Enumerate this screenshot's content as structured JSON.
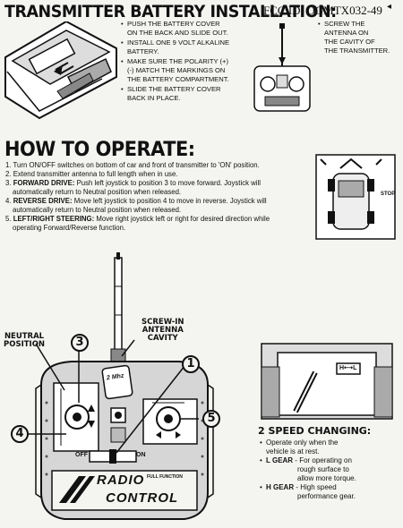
{
  "battery": {
    "title": "TRANSMITTER BATTERY INSTALLATION:",
    "fcc": "FCC ID: OGMTX032-49",
    "steps": [
      [
        "PUSH THE BATTERY COVER",
        "ON THE BACK AND SLIDE OUT."
      ],
      [
        "INSTALL ONE 9 VOLT ALKALINE",
        "BATTERY."
      ],
      [
        "MAKE SURE THE POLARITY (+)",
        "(-) MATCH THE MARKINGS ON",
        "THE BATTERY COMPARTMENT."
      ],
      [
        "SLIDE THE BATTERY COVER",
        "BACK IN PLACE."
      ]
    ],
    "screw_note": [
      "SCREW THE",
      "ANTENNA ON",
      "THE CAVITY OF",
      "THE TRANSMITTER."
    ]
  },
  "operate": {
    "title": "HOW TO OPERATE:",
    "items": [
      {
        "num": "1.",
        "bold": "",
        "lines": [
          "Turn ON/OFF switches on bottom of car and front of transmitter to 'ON' position."
        ]
      },
      {
        "num": "2.",
        "bold": "",
        "lines": [
          "Extend transmitter antenna to full length when in use."
        ]
      },
      {
        "num": "3.",
        "bold": "FORWARD DRIVE:",
        "lines": [
          " Push left joystick to position 3 to move forward. Joystick will",
          "automatically return to Neutral position when released."
        ]
      },
      {
        "num": "4.",
        "bold": "REVERSE DRIVE:",
        "lines": [
          " Move left joystick to position 4 to move in reverse. Joystick will",
          "automatically return to Neutral position when released."
        ]
      },
      {
        "num": "5.",
        "bold": "LEFT/RIGHT STEERING:",
        "lines": [
          " Move right joystick left or right for desired direction while",
          "operating Forward/Reverse function."
        ]
      }
    ],
    "stop_label": "STOP"
  },
  "diagram": {
    "neutral_label": [
      "NEUTRAL",
      "POSITION"
    ],
    "antenna_label": [
      "SCREW-IN",
      "ANTENNA",
      "CAVITY"
    ],
    "callouts": [
      "1",
      "3",
      "4",
      "5"
    ],
    "off_label": "OFF",
    "on_label": "ON",
    "logo_radio": "RADIO",
    "logo_control": "CONTROL",
    "logo_full": "FULL FUNCTION",
    "badge": "2 Mhz",
    "gear_box_label": "H⟷L"
  },
  "speed": {
    "title": "2 SPEED CHANGING:",
    "bullet1": [
      "Operate only when the",
      "vehicle is at rest."
    ],
    "bullet2": {
      "bold": "L GEAR",
      "text": " - For operating on",
      "cont": [
        "rough surface to",
        "allow more torque."
      ]
    },
    "bullet3": {
      "bold": "H GEAR",
      "text": " - High speed",
      "cont": [
        "performance gear."
      ]
    }
  }
}
